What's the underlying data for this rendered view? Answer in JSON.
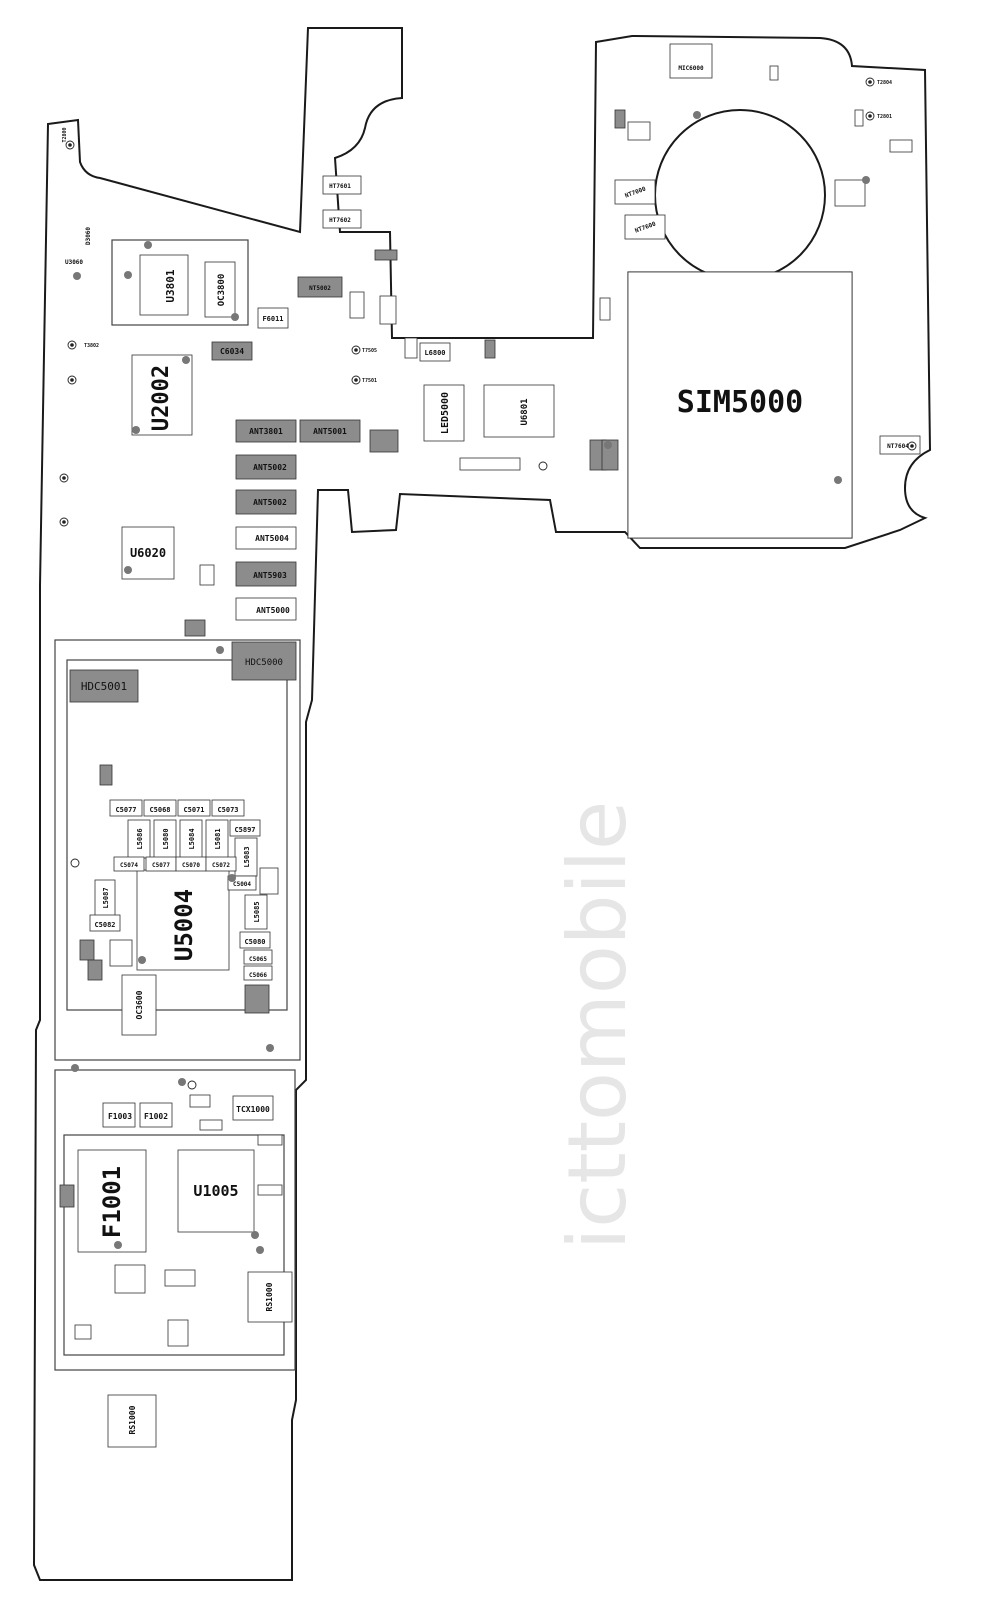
{
  "watermark": "icttomobile",
  "labels": {
    "sim": "SIM5000",
    "u5004": "U5004",
    "u2002": "U2002",
    "f1001": "F1001",
    "u1005": "U1005",
    "u6020": "U6020",
    "u3801": "U3801",
    "oc3800": "OC3800",
    "hdc5001": "HDC5001",
    "hdc5000": "HDC5000",
    "led5000": "LED5000",
    "u6801": "U6801",
    "ant3801": "ANT3801",
    "ant5001": "ANT5001",
    "ant5002a": "ANT5002",
    "ant5002b": "ANT5002",
    "ant5004": "ANT5004",
    "ant5903": "ANT5903",
    "ant5000": "ANT5000",
    "f1003": "F1003",
    "f1002": "F1002",
    "tcx1000": "TCX1000",
    "rs1000a": "RS1000",
    "rs1000b": "RS1000",
    "l6800": "L6800",
    "f6011": "F6011",
    "c6034": "C6034",
    "mic6000": "MIC6000",
    "nt5002": "NT5002",
    "ht7601": "HT7601",
    "ht7602": "HT7602",
    "nt7000": "NT7000",
    "nt7600": "NT7600",
    "nt7604": "NT7604",
    "u3060": "U3060",
    "d3060": "D3060",
    "c5077a": "C5077",
    "c5068": "C5068",
    "c5071": "C5071",
    "c5073": "C5073",
    "l5086": "L5086",
    "l5080": "L5080",
    "l5084": "L5084",
    "l5081": "L5081",
    "c5897": "C5897",
    "l5083": "L5083",
    "c5074": "C5074",
    "c5077b": "C5077",
    "c5070": "C5070",
    "c5072": "C5072",
    "l5087": "L5087",
    "c5004": "C5004",
    "c5082": "C5082",
    "c5080": "C5080",
    "c5065": "C5065",
    "c5066": "C5066",
    "l5085": "L5085",
    "oc3600": "OC3600",
    "tp2800": "T2800",
    "tp3802": "T3802",
    "tp2804": "T2804",
    "tp2801": "T2801",
    "tp7505": "T7505",
    "tp7501": "T7501"
  }
}
